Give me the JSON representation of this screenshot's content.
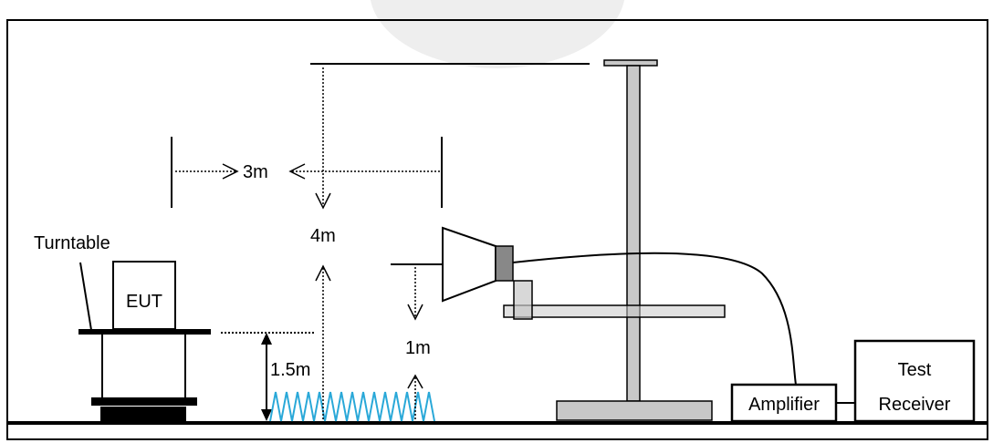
{
  "labels": {
    "turntable": "Turntable",
    "eut": "EUT",
    "distance_3m": "3m",
    "height_4m": "4m",
    "height_1m": "1m",
    "height_1_5m": "1.5m",
    "amplifier": "Amplifier",
    "receiver_line1": "Test",
    "receiver_line2": "Receiver"
  },
  "colors": {
    "line": "#000000",
    "mast_fill": "#c8c8c8",
    "antenna_connector": "#888888",
    "absorber": "#29a8d8",
    "watermark": "#e8e8e8"
  }
}
